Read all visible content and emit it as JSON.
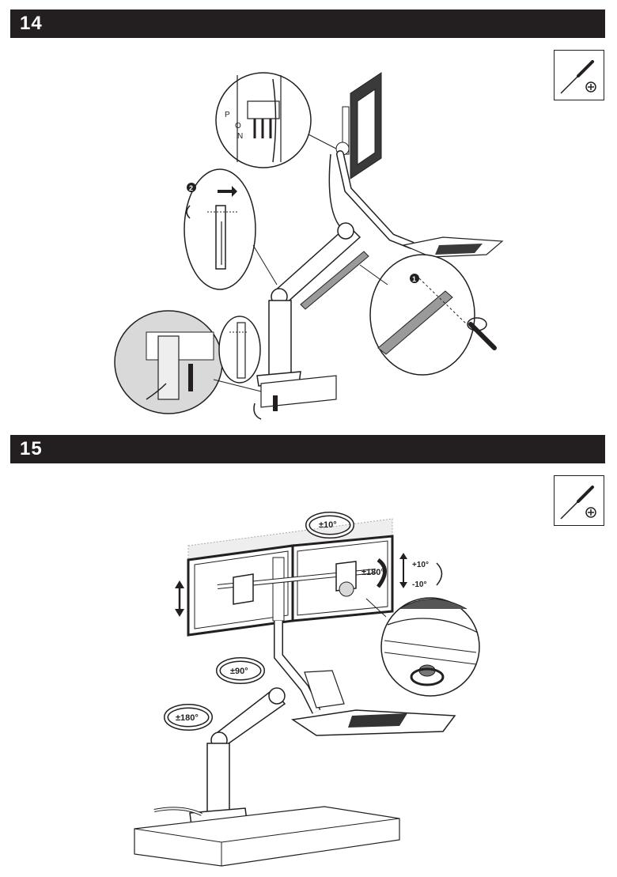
{
  "steps": [
    {
      "number": "14",
      "tool_icon": "phillips-screwdriver-icon",
      "callout_labels": {
        "p": "P",
        "o": "O",
        "n": "N"
      },
      "step_markers": [
        "1",
        "2"
      ]
    },
    {
      "number": "15",
      "tool_icon": "phillips-screwdriver-icon",
      "rotation_labels": {
        "monitor_tilt_top": "±10°",
        "monitor_rotate": "±180°",
        "monitor_up": "+10°",
        "monitor_down": "-10°",
        "arm_pivot": "±90°",
        "base_pivot": "±180°"
      }
    }
  ],
  "colors": {
    "bar": "#231f20",
    "bar_text": "#ffffff",
    "line": "#231f20",
    "light_gray": "#d9d9d9"
  }
}
